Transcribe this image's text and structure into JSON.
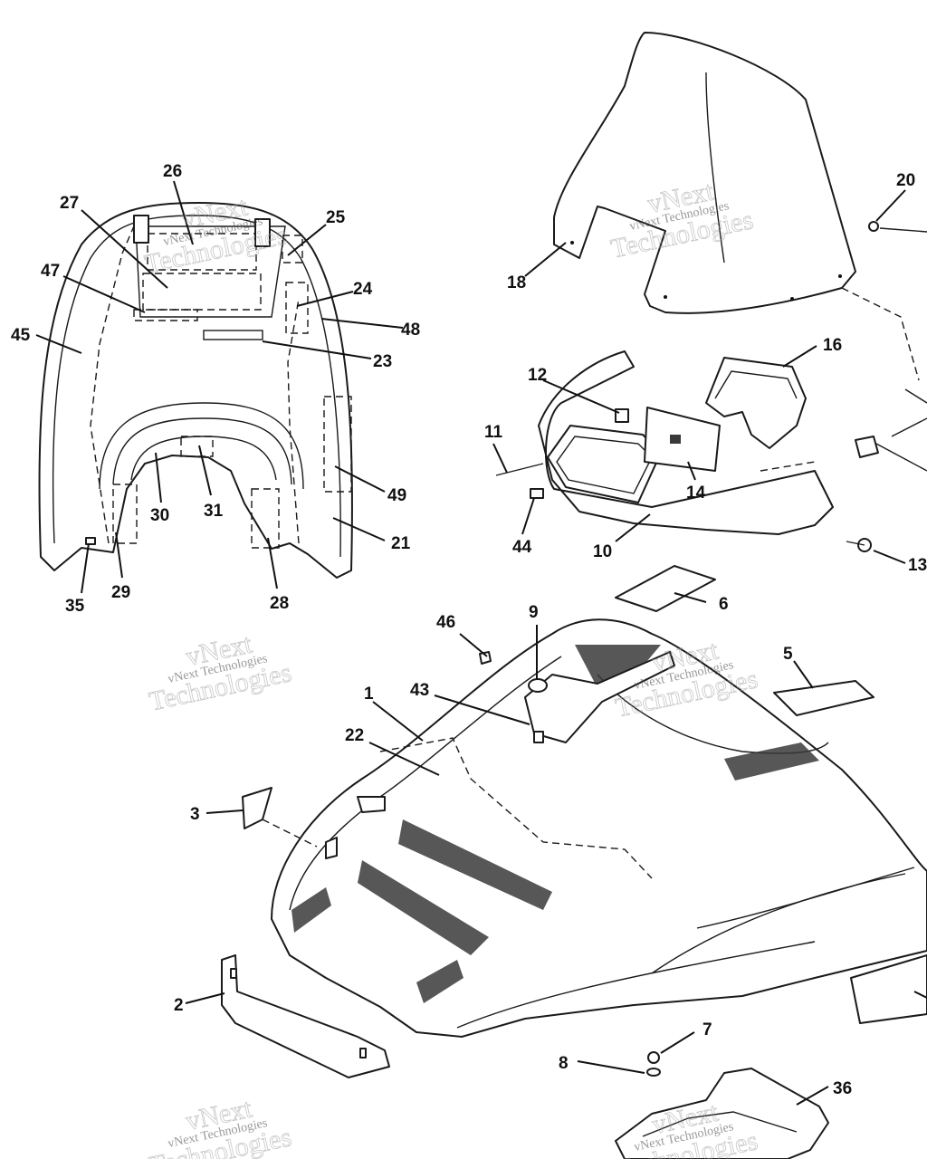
{
  "callouts": [
    {
      "id": "1",
      "label": "1"
    },
    {
      "id": "2",
      "label": "2"
    },
    {
      "id": "3",
      "label": "3"
    },
    {
      "id": "5",
      "label": "5"
    },
    {
      "id": "6",
      "label": "6"
    },
    {
      "id": "7",
      "label": "7"
    },
    {
      "id": "8",
      "label": "8"
    },
    {
      "id": "9",
      "label": "9"
    },
    {
      "id": "10",
      "label": "10"
    },
    {
      "id": "11",
      "label": "11"
    },
    {
      "id": "12",
      "label": "12"
    },
    {
      "id": "13",
      "label": "13"
    },
    {
      "id": "14",
      "label": "14"
    },
    {
      "id": "16",
      "label": "16"
    },
    {
      "id": "18",
      "label": "18"
    },
    {
      "id": "20",
      "label": "20"
    },
    {
      "id": "21",
      "label": "21"
    },
    {
      "id": "22",
      "label": "22"
    },
    {
      "id": "23",
      "label": "23"
    },
    {
      "id": "24",
      "label": "24"
    },
    {
      "id": "25",
      "label": "25"
    },
    {
      "id": "26",
      "label": "26"
    },
    {
      "id": "27",
      "label": "27"
    },
    {
      "id": "28",
      "label": "28"
    },
    {
      "id": "29",
      "label": "29"
    },
    {
      "id": "30",
      "label": "30"
    },
    {
      "id": "31",
      "label": "31"
    },
    {
      "id": "35",
      "label": "35"
    },
    {
      "id": "36",
      "label": "36"
    },
    {
      "id": "43",
      "label": "43"
    },
    {
      "id": "44",
      "label": "44"
    },
    {
      "id": "45",
      "label": "45"
    },
    {
      "id": "46",
      "label": "46"
    },
    {
      "id": "47",
      "label": "47"
    },
    {
      "id": "48",
      "label": "48"
    },
    {
      "id": "49",
      "label": "49"
    }
  ],
  "watermark": {
    "brand": "vNext",
    "company": "vNext Technologies",
    "word": "Technologies"
  }
}
